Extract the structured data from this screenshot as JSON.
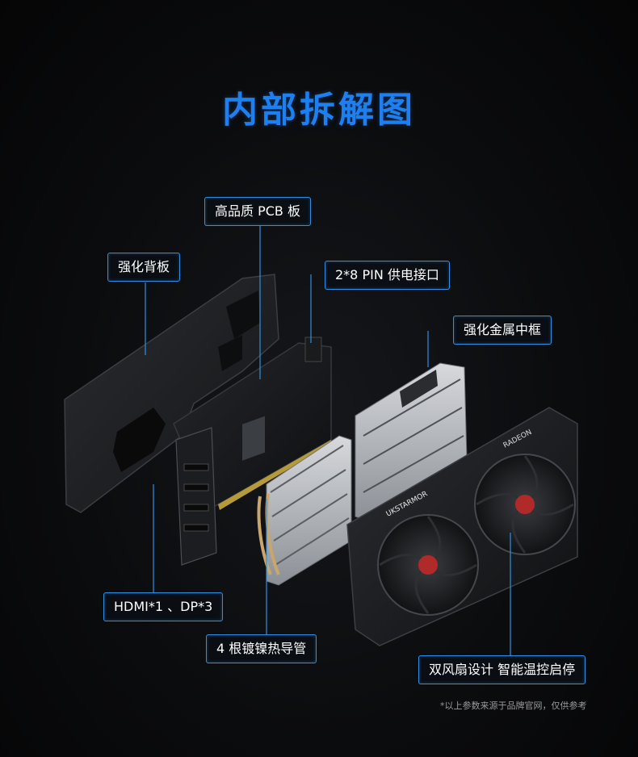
{
  "title": "内部拆解图",
  "labels": {
    "pcb": "高品质 PCB 板",
    "backplate": "强化背板",
    "power": "2*8 PIN 供电接口",
    "frame": "强化金属中框",
    "ports": "HDMI*1 、DP*3",
    "heatpipes": "4 根镀镍热导管",
    "fans": "双风扇设计 智能温控启停"
  },
  "card_text": {
    "brand_plate": "UKSTARMOR",
    "radeon": "RADEON"
  },
  "footnote": "*以上参数来源于品牌官网，仅供参考",
  "colors": {
    "accent": "#1e7ff0",
    "label_border": "#2f8fe6",
    "background": "#0b0c0e"
  }
}
